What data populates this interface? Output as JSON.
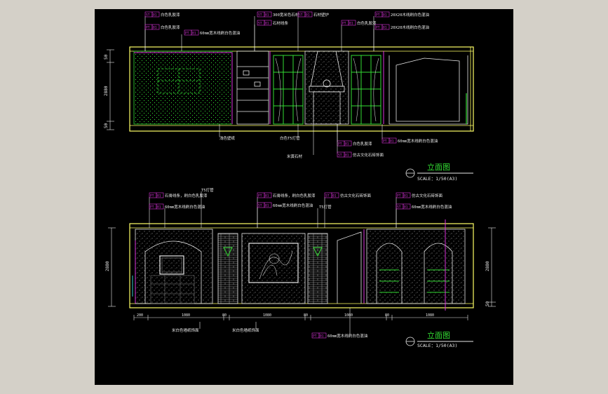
{
  "drawing": {
    "canvas_bg": "#000000",
    "frame_bg": "#d4d0c8",
    "colors": {
      "wall": "#ffff66",
      "green": "#33dd33",
      "magenta": "#dd33dd",
      "white": "#e8e8e8",
      "cyan": "#33cccc",
      "grey": "#888888",
      "yellow": "#ffff00"
    }
  },
  "elevation_top": {
    "title": "立面图",
    "scale": "SCALE：1/50(A3)",
    "callouts_above": [
      {
        "tag1": "ST",
        "tag2": "01",
        "note": "白色乳胶漆"
      },
      {
        "tag1": "PT",
        "tag2": "01",
        "note": "白色乳胶漆"
      },
      {
        "tag1": "PT",
        "tag2": "01",
        "note": "60mm宽木线刷白色混油"
      },
      {
        "tag1": "ST",
        "tag2": "01",
        "note": "300宽米色石材"
      },
      {
        "tag1": "ST",
        "tag2": "01",
        "note": "石材线条"
      },
      {
        "tag1": "ST",
        "tag2": "01",
        "note": "石材壁炉"
      },
      {
        "tag1": "PT",
        "tag2": "01",
        "note": "20X20木线刷白色混油"
      },
      {
        "tag1": "PT",
        "tag2": "01",
        "note": "白色乳胶漆"
      },
      {
        "tag1": "PT",
        "tag2": "01",
        "note": "20X20木线刷白色混油"
      }
    ],
    "callouts_below": [
      {
        "tag1": "",
        "tag2": "",
        "note": "浅色壁纸"
      },
      {
        "tag1": "",
        "tag2": "",
        "note": "白色T5灯管"
      },
      {
        "tag1": "PT",
        "tag2": "01",
        "note": "白色乳胶漆"
      },
      {
        "tag1": "",
        "tag2": "",
        "note": "米黄石材"
      },
      {
        "tag1": "ST",
        "tag2": "01",
        "note": "仿古文化石砖饰面"
      },
      {
        "tag1": "PT",
        "tag2": "01",
        "note": "60mm宽木线刷白色混油"
      }
    ],
    "dims_left": [
      "50",
      "2880",
      "50"
    ]
  },
  "elevation_bottom": {
    "title": "立面图",
    "scale": "SCALE：1/50(A3)",
    "callouts_above": [
      {
        "tag1": "PT",
        "tag2": "01",
        "note": "石膏线条，刷白色乳胶漆"
      },
      {
        "tag1": "PT",
        "tag2": "01",
        "note": "60mm宽木线刷白色混油"
      },
      {
        "tag1": "",
        "tag2": "",
        "note": "T5灯管"
      },
      {
        "tag1": "PT",
        "tag2": "01",
        "note": "石膏线条，刷白色乳胶漆"
      },
      {
        "tag1": "ST",
        "tag2": "01",
        "note": "60mm宽木线刷白色混油"
      },
      {
        "tag1": "ST",
        "tag2": "01",
        "note": "仿古文化石砖饰面"
      },
      {
        "tag1": "",
        "tag2": "",
        "note": "T5灯管"
      },
      {
        "tag1": "PT",
        "tag2": "01",
        "note": "仿古文化石砖饰面"
      },
      {
        "tag1": "ST",
        "tag2": "01",
        "note": "60mm宽木线刷白色混油"
      }
    ],
    "callouts_below": [
      {
        "tag1": "",
        "tag2": "",
        "note": "米白色墙纸饰面"
      },
      {
        "tag1": "",
        "tag2": "",
        "note": "米白色墙纸饰面"
      },
      {
        "tag1": "PT",
        "tag2": "01",
        "note": "60mm宽木线刷白色混油"
      }
    ],
    "dims_bottom": [
      "200",
      "1080",
      "80",
      "1080",
      "80",
      "1080",
      "80",
      "1080"
    ],
    "dims_left": [
      "2880"
    ],
    "dims_right": [
      "2880",
      "50"
    ]
  }
}
